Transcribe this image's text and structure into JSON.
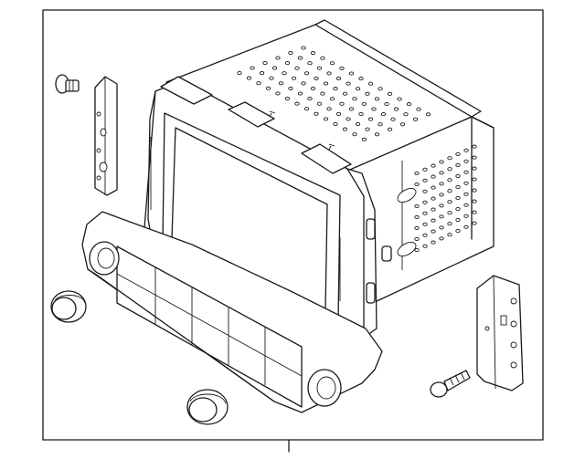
{
  "diagram": {
    "parts": [
      {
        "name": "frame"
      },
      {
        "name": "radio-chassis"
      },
      {
        "name": "display-bezel"
      },
      {
        "name": "display-screen"
      },
      {
        "name": "control-panel"
      },
      {
        "name": "left-bracket"
      },
      {
        "name": "right-bracket"
      },
      {
        "name": "left-screw"
      },
      {
        "name": "right-screw"
      },
      {
        "name": "left-knob"
      },
      {
        "name": "right-knob"
      },
      {
        "name": "leader-line"
      }
    ]
  }
}
